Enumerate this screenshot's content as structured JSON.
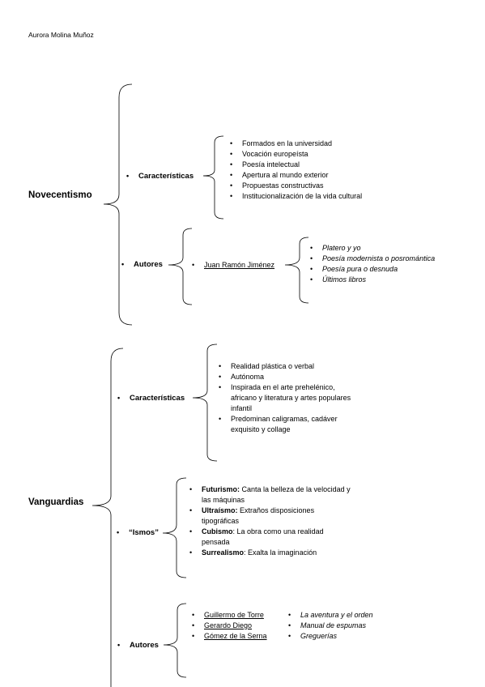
{
  "header": {
    "author": "Aurora Molina Muñoz"
  },
  "novecentismo": {
    "title": "Novecentismo",
    "caracteristicas": {
      "label": "Características",
      "items": [
        "Formados en la universidad",
        "Vocación europeísta",
        "Poesía intelectual",
        "Apertura al mundo exterior",
        "Propuestas constructivas",
        "Institucionalización de la vida cultural"
      ]
    },
    "autores": {
      "label": "Autores",
      "author": "Juan Ramón Jiménez",
      "works": [
        "Platero y yo",
        "Poesía modernista o posromántica",
        "Poesía pura o desnuda",
        "Últimos libros"
      ]
    }
  },
  "vanguardias": {
    "title": "Vanguardias",
    "caracteristicas": {
      "label": "Características",
      "items": [
        "Realidad plástica o verbal",
        "Autónoma",
        "Inspirada en el arte prehelénico,",
        "africano y literatura y artes populares",
        "infantil",
        "Predominan caligramas, cadáver",
        "exquisito y collage"
      ]
    },
    "ismos": {
      "label": "“Ismos”",
      "items": [
        {
          "name": "Futurismo:",
          "desc": " Canta la belleza de la velocidad y",
          "cont": "las máquinas"
        },
        {
          "name": "Ultraísmo:",
          "desc": " Extraños disposiciones",
          "cont": "tipográficas"
        },
        {
          "name": "Cubismo",
          "desc": ": La obra como una realidad",
          "cont": "pensada"
        },
        {
          "name": "Surrealismo",
          "desc": ": Exalta la imaginación",
          "cont": ""
        }
      ]
    },
    "autores": {
      "label": "Autores",
      "authors": [
        "Guillermo de Torre",
        "Gerardo Diego",
        "Gómez de la Serna"
      ],
      "works": [
        "La aventura y el orden",
        "Manual de espumas",
        "Greguerías"
      ]
    }
  }
}
